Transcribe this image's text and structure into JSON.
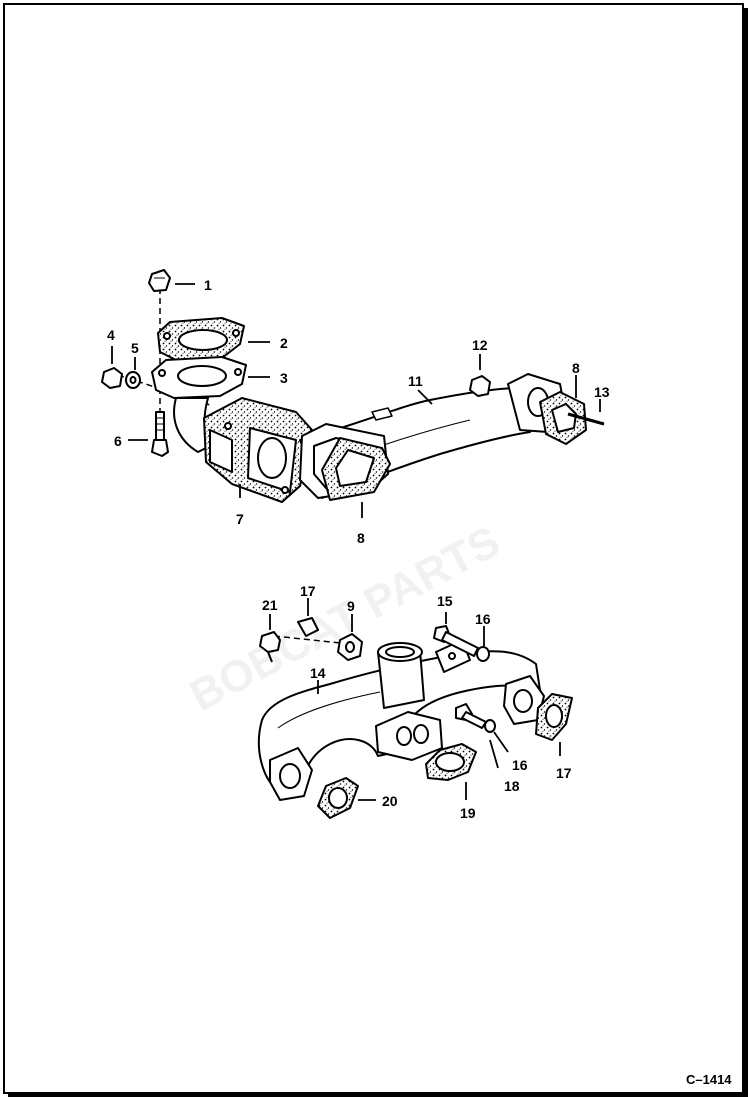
{
  "figure": {
    "id": "C–1414",
    "callouts": {
      "c1": "1",
      "c2": "2",
      "c3": "3",
      "c4": "4",
      "c5": "5",
      "c6": "6",
      "c7": "7",
      "c8a": "8",
      "c8b": "8",
      "c11": "11",
      "c12": "12",
      "c13": "13",
      "c21": "21",
      "c17top": "17",
      "c9": "9",
      "c15": "15",
      "c16a": "16",
      "c14": "14",
      "c16b": "16",
      "c17": "17",
      "c18": "18",
      "c19": "19",
      "c20": "20"
    }
  }
}
